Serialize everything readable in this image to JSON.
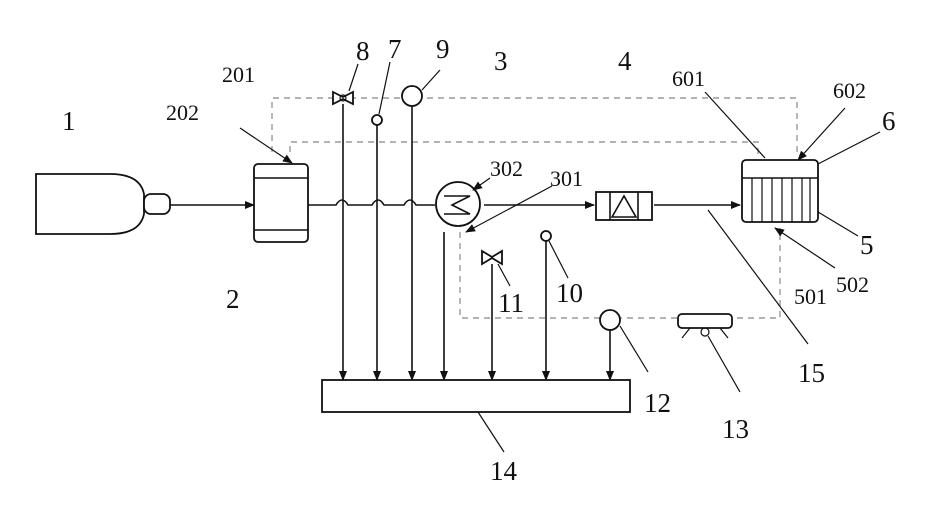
{
  "labels": {
    "l1": "1",
    "l2": "2",
    "l201": "201",
    "l202": "202",
    "l3": "3",
    "l301": "301",
    "l302": "302",
    "l4": "4",
    "l5": "5",
    "l501": "501",
    "l502": "502",
    "l6": "6",
    "l601": "601",
    "l602": "602",
    "l7": "7",
    "l8": "8",
    "l9": "9",
    "l10": "10",
    "l11": "11",
    "l12": "12",
    "l13": "13",
    "l14": "14",
    "l15": "15"
  },
  "colors": {
    "line": "#111111",
    "signal": "#9a9a9a",
    "background": "#ffffff"
  }
}
